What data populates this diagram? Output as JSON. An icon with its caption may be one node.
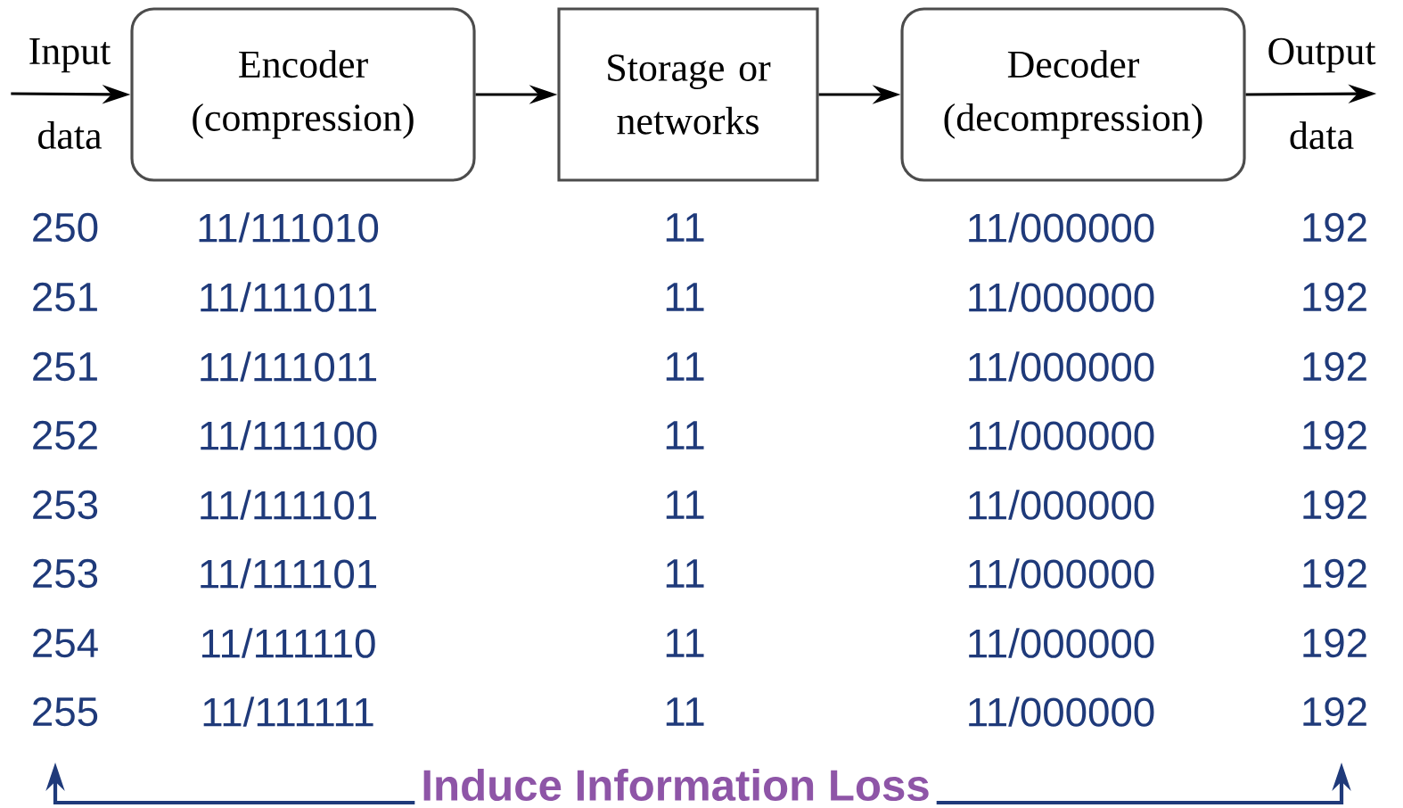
{
  "diagram": {
    "nodes": [
      {
        "text": [
          "Input",
          "data"
        ]
      },
      {
        "text": [
          "Encoder (compression)"
        ]
      },
      {
        "text": [
          "Storage or networks"
        ]
      },
      {
        "text": [
          "Decoder (decompression)"
        ]
      },
      {
        "text": [
          "Output",
          "data"
        ]
      }
    ],
    "edges": [
      {
        "from": 0,
        "to": 1,
        "arrow": "to"
      },
      {
        "from": 1,
        "to": 2,
        "arrow": "to"
      },
      {
        "from": 2,
        "to": 3,
        "arrow": "to"
      },
      {
        "from": 3,
        "to": 4,
        "arrow": "to"
      }
    ],
    "labels": [
      "250",
      "11/111010",
      "11",
      "11/000000",
      "192",
      "251",
      "11/111011",
      "11",
      "11/000000",
      "192",
      "251",
      "11/111011",
      "11",
      "11/000000",
      "192",
      "252",
      "11/111100",
      "11",
      "11/000000",
      "192",
      "253",
      "11/111101",
      "11",
      "11/000000",
      "192",
      "253",
      "11/111101",
      "11",
      "11/000000",
      "192",
      "254",
      "11/111110",
      "11",
      "11/000000",
      "192",
      "255",
      "11/111111",
      "11",
      "11/000000",
      "192",
      "Induce Information Loss"
    ]
  }
}
